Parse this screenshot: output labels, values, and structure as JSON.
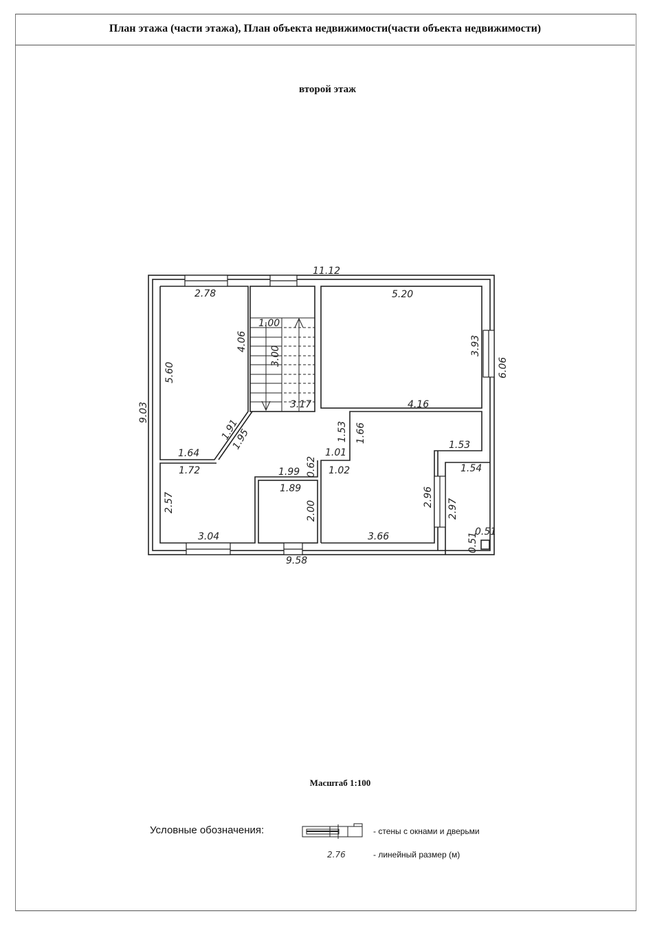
{
  "header": {
    "title": "План этажа (части этажа), План объекта недвижимости(части объекта недвижимости)"
  },
  "floor_title": "второй этаж",
  "dimensions": {
    "top_total": "11.12",
    "left_total": "9.03",
    "bottom_total": "9.58",
    "right_total": "6.06",
    "room1_top": "2.78",
    "room1_left": "5.60",
    "room1_right": "4.06",
    "room1_bottom": "1.64",
    "chamfer_a": "1.91",
    "chamfer_b": "1.95",
    "stair_width": "1.00",
    "stair_length": "3.00",
    "stair_hall": "3.17",
    "room2_top": "5.20",
    "room2_right": "3.93",
    "room2_bottom": "4.16",
    "hall_a": "1.53",
    "hall_b": "1.66",
    "hall_c": "1.01",
    "hall_d": "0.62",
    "room3_top": "1.72",
    "room3_left": "2.57",
    "room3_bottom": "3.04",
    "bath_top_a": "1.99",
    "bath_top_b": "1.89",
    "bath_side": "2.00",
    "room4_top": "1.02",
    "room4_ra": "1.53",
    "room4_bottom": "3.66",
    "room4_side": "2.96",
    "room5_top": "1.54",
    "room5_side": "2.97",
    "chimney_w": "0.51",
    "chimney_h": "0.51"
  },
  "scale": "Масштаб 1:100",
  "legend": {
    "title": "Условные обозначения:",
    "walls_label": "- стены с окнами и дверьми",
    "dim_example": "2.76",
    "dim_label": "- линейный размер (м)"
  }
}
